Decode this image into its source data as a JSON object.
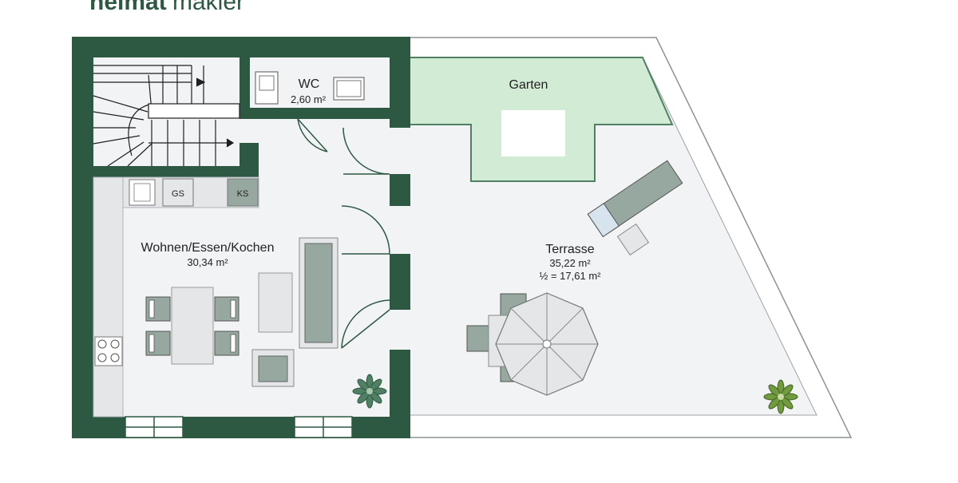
{
  "brand": {
    "bold": "heimat",
    "light": "makler"
  },
  "rooms": {
    "wc": {
      "name": "WC",
      "area": "2,60 m²"
    },
    "living": {
      "name": "Wohnen/Essen/Kochen",
      "area": "30,34 m²"
    },
    "garden": {
      "name": "Garten"
    },
    "terrace": {
      "name": "Terrasse",
      "area": "35,22 m²",
      "half": "½ = 17,61 m²"
    }
  },
  "appliances": {
    "gs": "GS",
    "ks": "KS"
  },
  "colors": {
    "wall": "#2d5943",
    "floor": "#f2f3f5",
    "garden": "#d1ebd4",
    "garden_edge": "#4f8063",
    "furniture": "#96a89f",
    "terrace_outline": "#9da2a6"
  }
}
